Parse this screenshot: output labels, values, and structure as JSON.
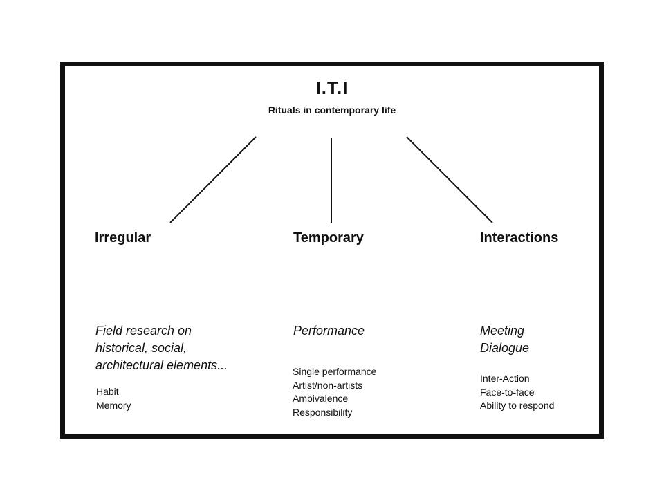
{
  "diagram": {
    "title": "I.T.I",
    "subtitle": "Rituals in contemporary life",
    "branches": [
      {
        "heading": "Irregular",
        "italic_lines": [
          "Field research on",
          "historical, social,",
          "architectural elements..."
        ],
        "items": [
          "Habit",
          "Memory"
        ]
      },
      {
        "heading": "Temporary",
        "italic_lines": [
          "Performance"
        ],
        "items": [
          "Single performance",
          "Artist/non-artists",
          "Ambivalence",
          "Responsibility"
        ]
      },
      {
        "heading": "Interactions",
        "italic_lines": [
          "Meeting",
          "Dialogue"
        ],
        "items": [
          "Inter-Action",
          "Face-to-face",
          "Ability to respond"
        ]
      }
    ]
  }
}
